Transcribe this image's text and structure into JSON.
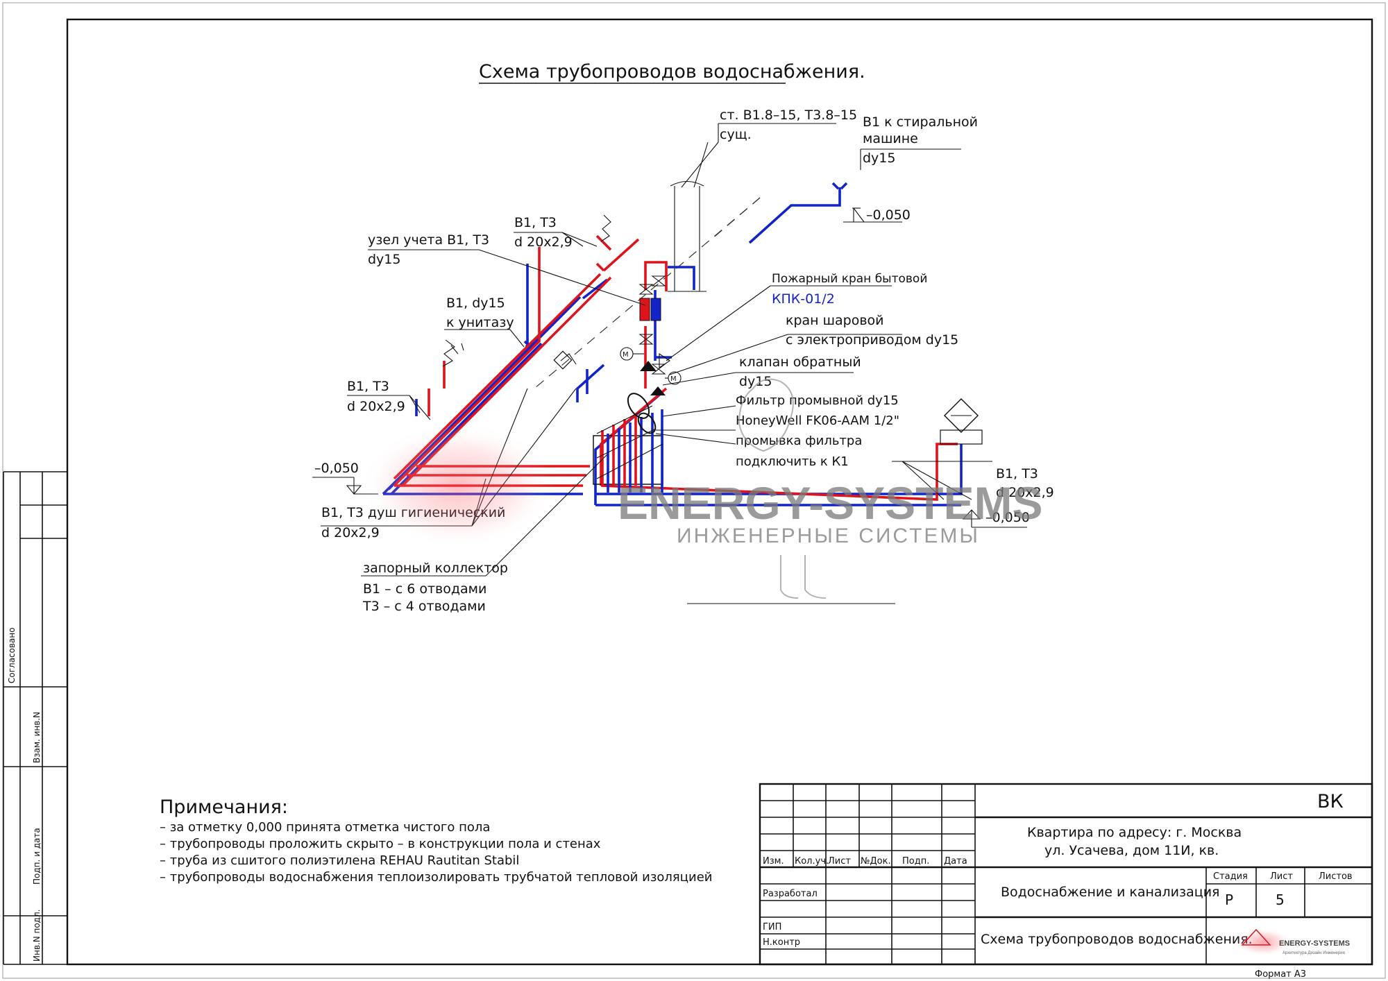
{
  "drawing": {
    "title": "Схема трубопроводов водоснабжения.",
    "labels": {
      "riser": {
        "line1": "ст.  В1.8–15, Т3.8–15",
        "line2": "сущ."
      },
      "washer": {
        "line1": "В1 к стиральной",
        "line2": "машине",
        "line3": "dy15"
      },
      "elev_right_top": "–0,050",
      "meter": {
        "line1": "узел учета  В1, Т3",
        "line2": "dy15"
      },
      "pipe_top": {
        "line1": "В1, Т3",
        "line2": "d 20х2,9"
      },
      "fire_valve": {
        "line1": "Пожарный кран бытовой",
        "line2": "КПК-01/2"
      },
      "ball_valve": {
        "line1": "кран шаровой",
        "line2": "с электроприводом dy15"
      },
      "toilet": {
        "line1": "В1,  dy15",
        "line2": "к унитазу"
      },
      "check_valve": {
        "line1": "клапан обратный",
        "line2": "dy15"
      },
      "filter": {
        "line1": "Фильтр промывной dy15",
        "line2": "HoneyWell FK06-AAM 1/2\"",
        "line3": "промывка фильтра",
        "line4": "подключить к К1"
      },
      "pipe_left": {
        "line1": "В1, Т3",
        "line2": "d 20х2,9"
      },
      "elev_left": "–0,050",
      "pipe_right": {
        "line1": "В1, Т3",
        "line2": "d 20х2,9"
      },
      "elev_right_bottom": "–0,050",
      "shower": {
        "line1": "В1, Т3 душ гигиенический",
        "line2": "d 20х2,9"
      },
      "collector": {
        "line1": "запорный  коллектор",
        "line2": "В1 – с 6 отводами",
        "line3": "Т3 – с 4 отводами"
      },
      "meter_sym": "М"
    },
    "watermark": {
      "brand": "ENERGY-SYSTEMS",
      "sub": "ИНЖЕНЕРНЫЕ СИСТЕМЫ"
    },
    "colors": {
      "cold": "#1224c8",
      "hot": "#e0131b",
      "ink": "#111111",
      "watermark": "#7a7a7a"
    }
  },
  "notes": {
    "title": "Примечания:",
    "items": [
      "– за отметку 0,000 принята отметка чистого пола",
      "– трубопроводы проложить скрыто – в конструкции пола и стенах",
      "– труба из сшитого полиэтилена REHAU Rautitan Stabil",
      "– трубопроводы водоснабжения теплоизолировать трубчатой тепловой изоляцией"
    ]
  },
  "side_stamp": {
    "agreed": "Согласовано",
    "inv_replace": "Взам. инв.N",
    "sign_date": "Подп. и дата",
    "inv_orig": "Инв.N подл."
  },
  "title_block": {
    "code": "ВК",
    "address": {
      "line1": "Квартира по адресу:  г. Москва",
      "line2": "ул. Усачева, дом 11И, кв."
    },
    "section": "Водоснабжение и канализация",
    "sheet_title": "Схема трубопроводов водоснабжения.",
    "columns": [
      "Изм.",
      "Кол.уч.",
      "Лист",
      "№Док.",
      "Подп.",
      "Дата"
    ],
    "roles": [
      "Разработал",
      "ГИП",
      "Н.контр"
    ],
    "stage_label": "Стадия",
    "stage": "Р",
    "sheet_label": "Лист",
    "sheet": "5",
    "sheets_label": "Листов",
    "sheets": "",
    "logo_text": "ENERGY-SYSTEMS",
    "logo_sub": "Архитектура Дизайн Инженерия",
    "format": "Формат    А3"
  }
}
